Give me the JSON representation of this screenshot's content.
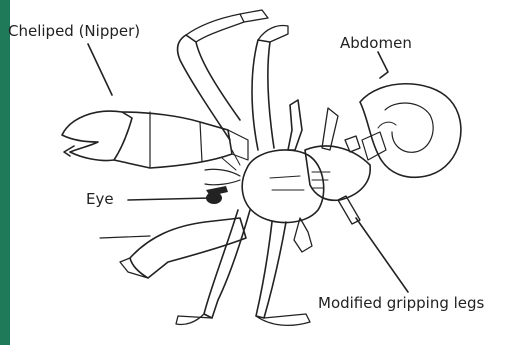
{
  "labels": {
    "cheliped": "Cheliped (Nipper)",
    "abdomen": "Abdomen",
    "eye": "Eye",
    "legs": "Modified gripping legs"
  },
  "colors": {
    "side_bar": "#1f7a5a",
    "ink": "#222222"
  }
}
